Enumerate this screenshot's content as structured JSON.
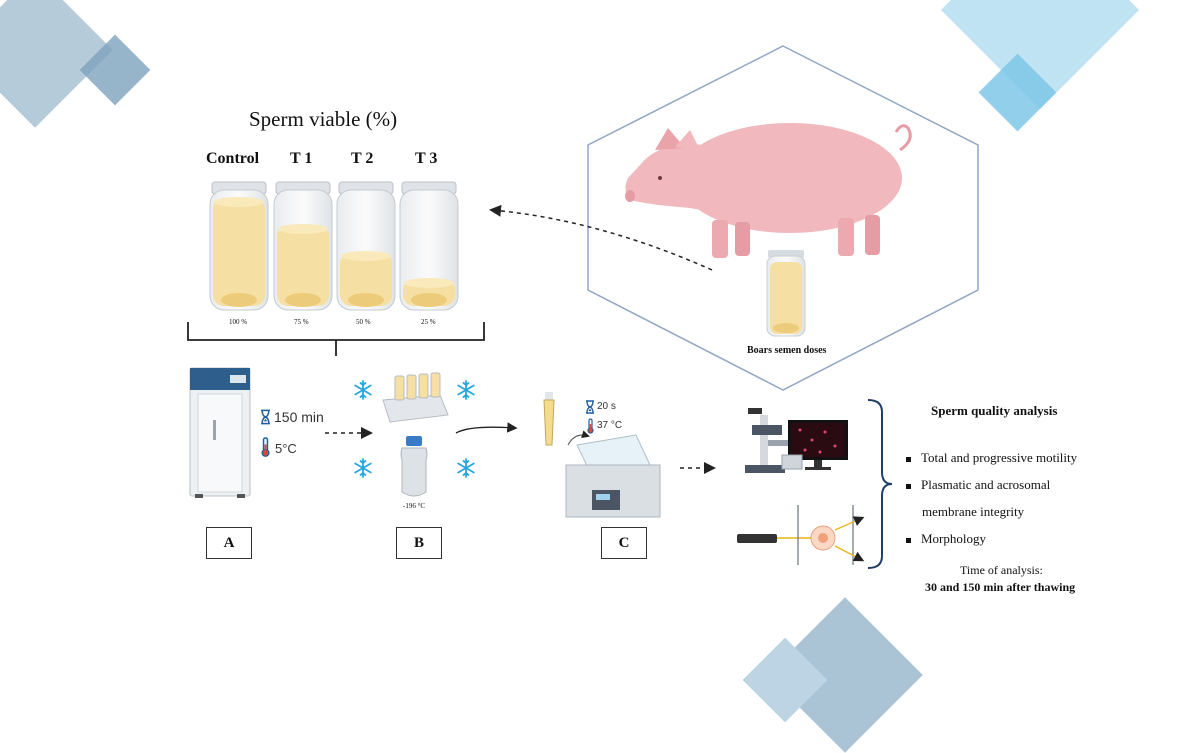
{
  "title": "Sperm viable (%)",
  "groups": [
    {
      "label": "Control",
      "percent_label": "100 %",
      "fill": 1.0
    },
    {
      "label": "T 1",
      "percent_label": "75 %",
      "fill": 0.75
    },
    {
      "label": "T 2",
      "percent_label": "50 %",
      "fill": 0.5
    },
    {
      "label": "T 3",
      "percent_label": "25 %",
      "fill": 0.25
    }
  ],
  "source_label": "Boars semen doses",
  "step_a": {
    "label": "A",
    "time": "150 min",
    "temperature": "5°C"
  },
  "step_b": {
    "label": "B",
    "temperature": "-196 °C"
  },
  "step_c": {
    "label": "C",
    "time": "20 s",
    "temperature": "37 °C"
  },
  "analysis": {
    "title": "Sperm quality analysis",
    "items": [
      "Total and progressive motility",
      "Plasmatic and acrosomal",
      "membrane integrity",
      "Morphology"
    ],
    "time_label": "Time of analysis:",
    "time_value": "30 and 150 min after thawing"
  },
  "colors": {
    "deco_dark": "#9fb9cc",
    "deco_light": "#bfe3f2",
    "deco_mid": "#7fb8d6",
    "semen_fill": "#f6dfa2",
    "pig": "#f1b9bd",
    "hexagon_stroke": "#90a7c4",
    "snowflake": "#27a6e0"
  }
}
